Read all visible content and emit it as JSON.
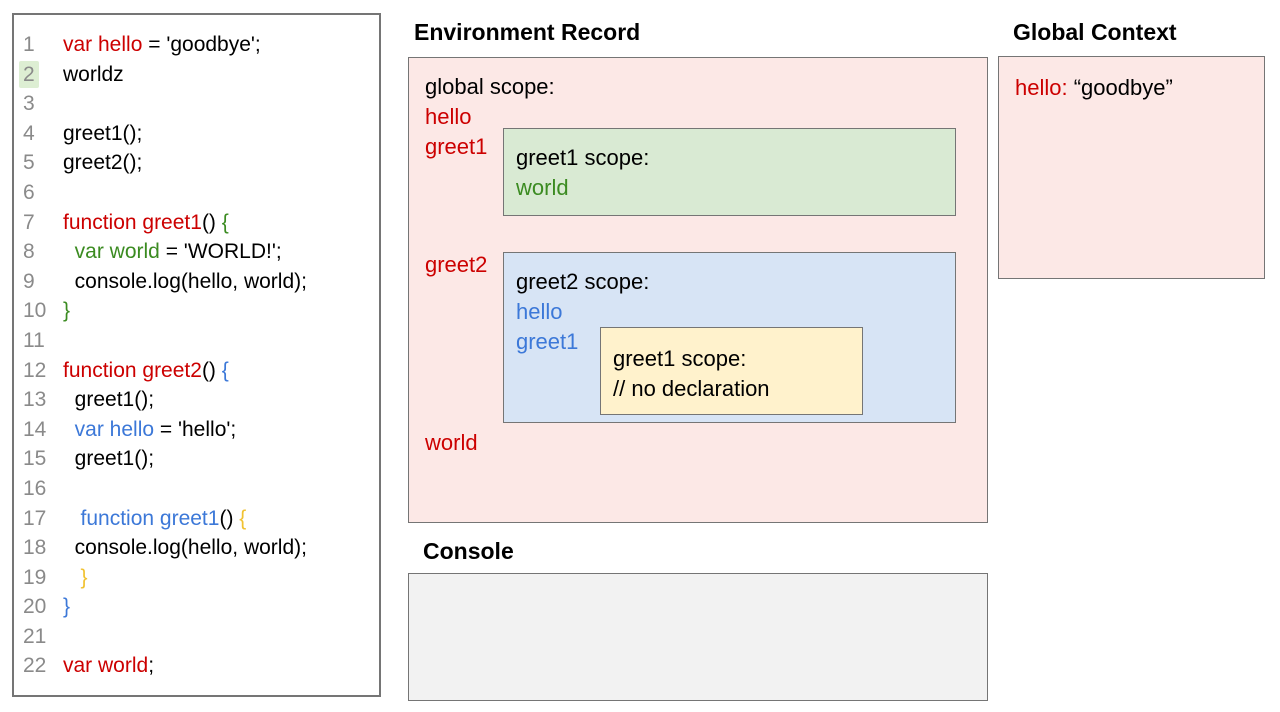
{
  "colors": {
    "red": "#cc0000",
    "green": "#3b8b21",
    "blue": "#3c78d8",
    "yellow": "#f1c232",
    "black": "#000000",
    "line_number_gray": "#8a8a8a",
    "line_highlight_green": "#ddeed3",
    "pink_box_bg": "#fce8e6",
    "green_box_bg": "#d9ead3",
    "blue_box_bg": "#d7e4f5",
    "yellow_box_bg": "#fff2cc",
    "console_bg": "#f2f2f2",
    "border_gray": "#757575"
  },
  "code_panel": {
    "lines": [
      {
        "num": "1",
        "hl": false,
        "tokens": [
          {
            "t": "var hello",
            "c": "red"
          },
          {
            "t": " = 'goodbye';",
            "c": "black"
          }
        ]
      },
      {
        "num": "2",
        "hl": true,
        "tokens": [
          {
            "t": "worldz",
            "c": "black"
          }
        ]
      },
      {
        "num": "3",
        "hl": false,
        "tokens": []
      },
      {
        "num": "4",
        "hl": false,
        "tokens": [
          {
            "t": "greet1();",
            "c": "black"
          }
        ]
      },
      {
        "num": "5",
        "hl": false,
        "tokens": [
          {
            "t": "greet2();",
            "c": "black"
          }
        ]
      },
      {
        "num": "6",
        "hl": false,
        "tokens": []
      },
      {
        "num": "7",
        "hl": false,
        "tokens": [
          {
            "t": "function greet1",
            "c": "red"
          },
          {
            "t": "() ",
            "c": "black"
          },
          {
            "t": "{",
            "c": "green"
          }
        ]
      },
      {
        "num": "8",
        "hl": false,
        "tokens": [
          {
            "t": "  ",
            "c": "black"
          },
          {
            "t": "var world",
            "c": "green"
          },
          {
            "t": " = 'WORLD!';",
            "c": "black"
          }
        ]
      },
      {
        "num": "9",
        "hl": false,
        "tokens": [
          {
            "t": "  console.log(hello, world);",
            "c": "black"
          }
        ]
      },
      {
        "num": "10",
        "hl": false,
        "tokens": [
          {
            "t": "}",
            "c": "green"
          }
        ]
      },
      {
        "num": "11",
        "hl": false,
        "tokens": []
      },
      {
        "num": "12",
        "hl": false,
        "tokens": [
          {
            "t": "function greet2",
            "c": "red"
          },
          {
            "t": "() ",
            "c": "black"
          },
          {
            "t": "{",
            "c": "blue"
          }
        ]
      },
      {
        "num": "13",
        "hl": false,
        "tokens": [
          {
            "t": "  greet1();",
            "c": "black"
          }
        ]
      },
      {
        "num": "14",
        "hl": false,
        "tokens": [
          {
            "t": "  ",
            "c": "black"
          },
          {
            "t": "var hello",
            "c": "blue"
          },
          {
            "t": " = 'hello';",
            "c": "black"
          }
        ]
      },
      {
        "num": "15",
        "hl": false,
        "tokens": [
          {
            "t": "  greet1();",
            "c": "black"
          }
        ]
      },
      {
        "num": "16",
        "hl": false,
        "tokens": []
      },
      {
        "num": "17",
        "hl": false,
        "tokens": [
          {
            "t": "   ",
            "c": "black"
          },
          {
            "t": "function greet1",
            "c": "blue"
          },
          {
            "t": "() ",
            "c": "black"
          },
          {
            "t": "{",
            "c": "yellow"
          }
        ]
      },
      {
        "num": "18",
        "hl": false,
        "tokens": [
          {
            "t": "  console.log(hello, world);",
            "c": "black"
          }
        ]
      },
      {
        "num": "19",
        "hl": false,
        "tokens": [
          {
            "t": "   ",
            "c": "black"
          },
          {
            "t": "}",
            "c": "yellow"
          }
        ]
      },
      {
        "num": "20",
        "hl": false,
        "tokens": [
          {
            "t": "}",
            "c": "blue"
          }
        ]
      },
      {
        "num": "21",
        "hl": false,
        "tokens": []
      },
      {
        "num": "22",
        "hl": false,
        "tokens": [
          {
            "t": "var world",
            "c": "red"
          },
          {
            "t": ";",
            "c": "black"
          }
        ]
      }
    ]
  },
  "env_record": {
    "title": "Environment Record",
    "global_scope_label": "global scope:",
    "var_hello": "hello",
    "var_greet1": "greet1",
    "var_greet2": "greet2",
    "var_world": "world",
    "greet1_box": {
      "title": "greet1 scope:",
      "var_world": "world"
    },
    "greet2_box": {
      "title": "greet2 scope:",
      "var_hello": "hello",
      "var_greet1": "greet1",
      "inner_greet1_box": {
        "title": "greet1 scope:",
        "comment": "// no declaration"
      }
    }
  },
  "global_context": {
    "title": "Global Context",
    "key": "hello:",
    "value": " “goodbye”"
  },
  "console": {
    "title": "Console"
  }
}
